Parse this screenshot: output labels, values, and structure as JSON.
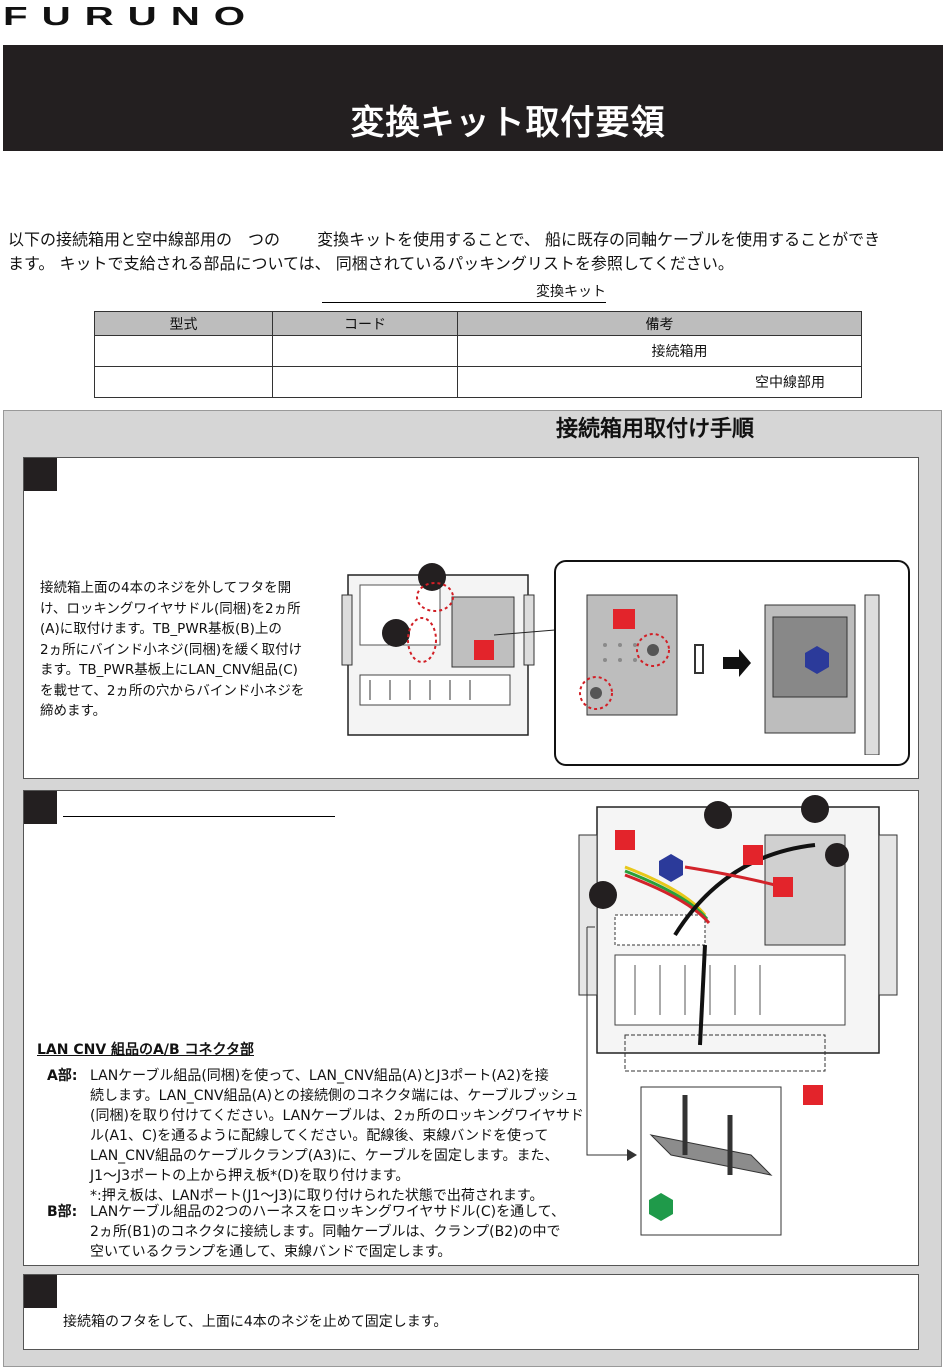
{
  "header": {
    "logo_text": "FURUNO",
    "title": "変換キット取付要領"
  },
  "intro": {
    "line1": "以下の接続箱用と空中線部用の　つの　　 変換キットを使用することで、 船に既存の同軸ケーブルを使用することができ",
    "line2": "ます。 キットで支給される部品については、 同梱されているパッキングリストを参照してください。"
  },
  "kit_table": {
    "caption": "変換キット",
    "headers": [
      "型式",
      "コード",
      "備考"
    ],
    "rows": [
      [
        "",
        "",
        "接続箱用"
      ],
      [
        "",
        "",
        "空中線部用"
      ]
    ]
  },
  "procedure": {
    "title": "接続箱用取付け手順",
    "step1": {
      "lines": [
        "接続箱上面の4本のネジを外してフタを開",
        "け、ロッキングワイヤサドル(同梱)を2ヵ所",
        "(A)に取付けます。TB_PWR基板(B)上の",
        "2ヵ所にバインド小ネジ(同梱)を緩く取付け",
        "ます。TB_PWR基板上にLAN_CNV組品(C)",
        "を載せて、2ヵ所の穴からバインド小ネジを",
        "締めます。"
      ]
    },
    "step2": {
      "subheading": "LAN CNV 組品のA/B コネクタ部",
      "part_a_label": "A部:",
      "part_a_lines": [
        "LANケーブル組品(同梱)を使って、LAN_CNV組品(A)とJ3ポート(A2)を接",
        "続します。LAN_CNV組品(A)との接続側のコネクタ端には、ケーブルブッシュ",
        "(同梱)を取り付けてください。LANケーブルは、2ヵ所のロッキングワイヤサド",
        "ル(A1、C)を通るように配線してください。配線後、束線バンドを使って",
        "LAN_CNV組品のケーブルクランプ(A3)に、ケーブルを固定します。また、",
        "J1～J3ポートの上から押え板*(D)を取り付けます。",
        "*:押え板は、LANポート(J1～J3)に取り付けられた状態で出荷されます。"
      ],
      "part_b_label": "B部:",
      "part_b_lines": [
        "LANケーブル組品の2つのハーネスをロッキングワイヤサドル(C)を通して、",
        "2ヵ所(B1)のコネクタに接続します。同軸ケーブルは、クランプ(B2)の中で",
        "空いているクランプを通して、束線バンドで固定します。"
      ]
    },
    "step3": {
      "text": "接続箱のフタをして、上面に4本のネジを止めて固定します。"
    }
  },
  "colors": {
    "banner": "#231f20",
    "marker_red": "#e3242b",
    "marker_blue": "#2b3a9a",
    "marker_green": "#1f9a4a",
    "panel_gray": "#d6d6d6"
  }
}
